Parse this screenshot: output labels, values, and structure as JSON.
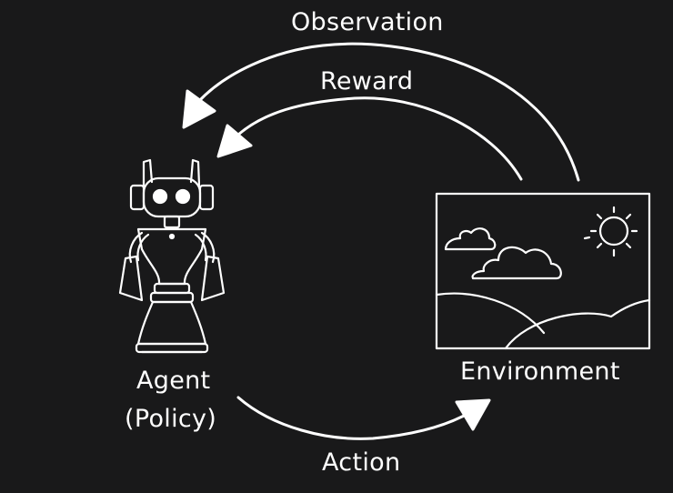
{
  "labels": {
    "observation": "Observation",
    "reward": "Reward",
    "environment": "Environment",
    "agent": "Agent",
    "policy": "(Policy)",
    "action": "Action"
  },
  "nodes": {
    "agent_icon": "robot-icon",
    "environment_icon": "landscape-icon"
  },
  "colors": {
    "background": "#19191a",
    "foreground": "#ffffff"
  }
}
